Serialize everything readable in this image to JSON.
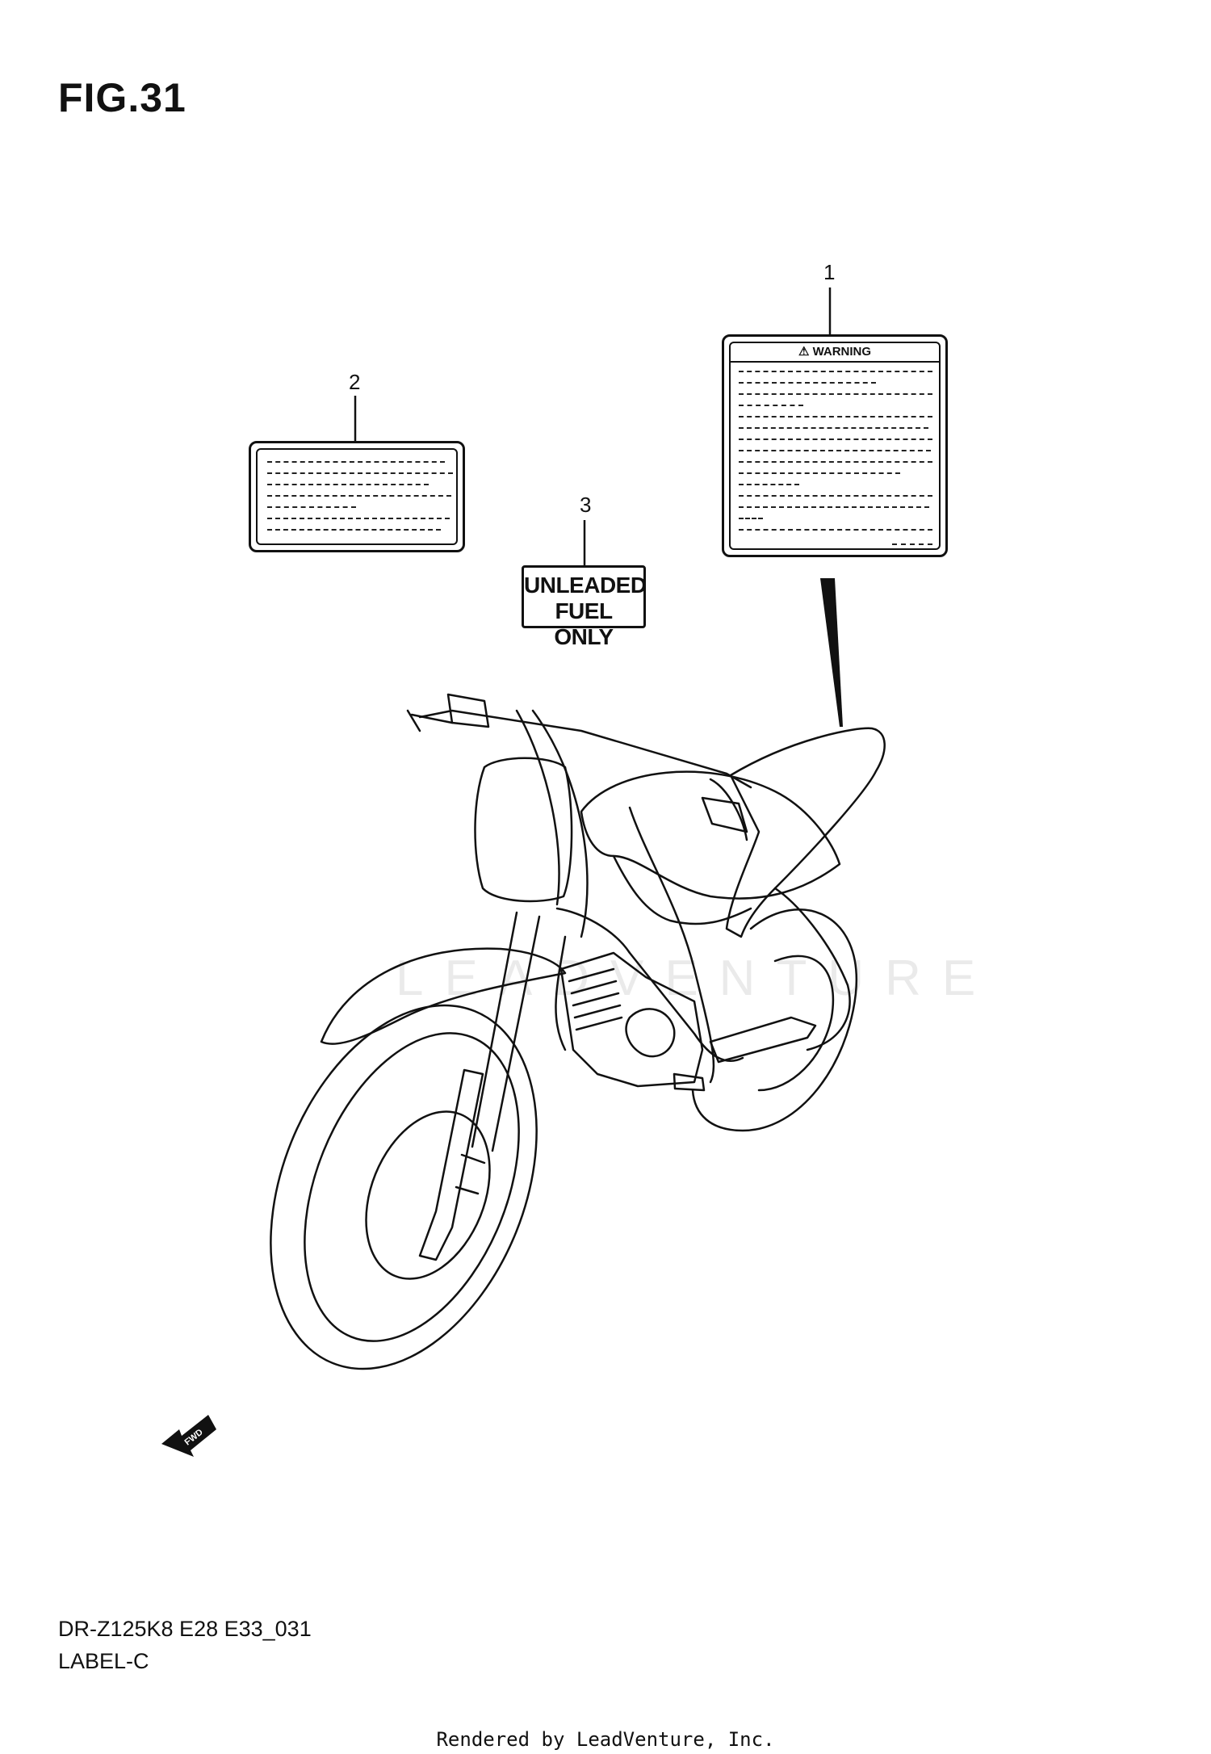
{
  "figure": {
    "title": "FIG.31"
  },
  "callouts": [
    {
      "number": "1"
    },
    {
      "number": "2"
    },
    {
      "number": "3"
    }
  ],
  "labels": {
    "warning_label": {
      "heading": "WARNING",
      "icon": "warning-triangle-icon"
    },
    "fuel_label": {
      "line1": "UNLEADED",
      "line2": "FUEL ONLY"
    }
  },
  "direction_marker": {
    "text": "FWD",
    "icon": "forward-arrow-icon"
  },
  "watermark": {
    "text": "LEADVENTURE"
  },
  "footer": {
    "code": "DR-Z125K8 E28 E33_031",
    "name": "LABEL-C",
    "rendered_by": "Rendered by LeadVenture, Inc."
  }
}
